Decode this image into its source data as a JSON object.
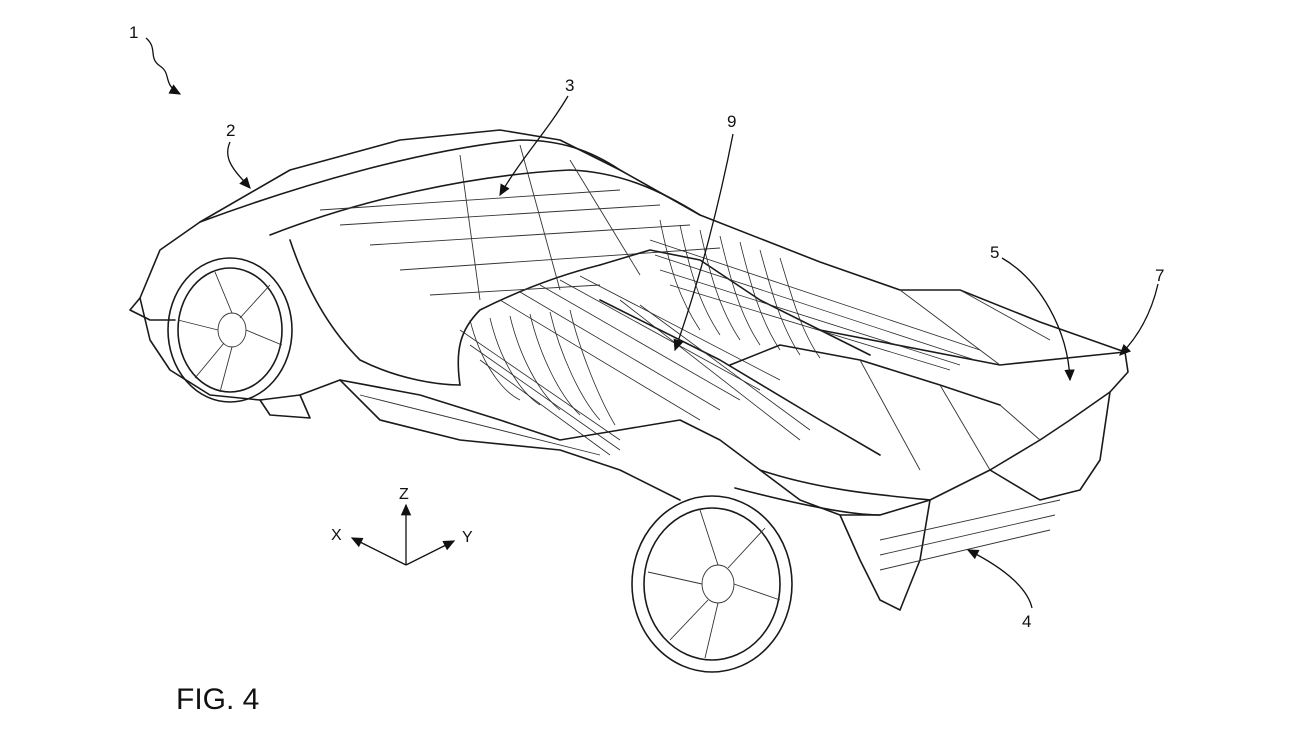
{
  "figure": {
    "label": "FIG. 4"
  },
  "references": [
    {
      "id": "ref-1",
      "text": "1"
    },
    {
      "id": "ref-2",
      "text": "2"
    },
    {
      "id": "ref-3",
      "text": "3"
    },
    {
      "id": "ref-9",
      "text": "9"
    },
    {
      "id": "ref-5",
      "text": "5"
    },
    {
      "id": "ref-7",
      "text": "7"
    },
    {
      "id": "ref-4",
      "text": "4"
    }
  ],
  "axes": {
    "x": "X",
    "y": "Y",
    "z": "Z"
  },
  "colors": {
    "ink": "#1a1a1a",
    "paper": "#ffffff"
  }
}
